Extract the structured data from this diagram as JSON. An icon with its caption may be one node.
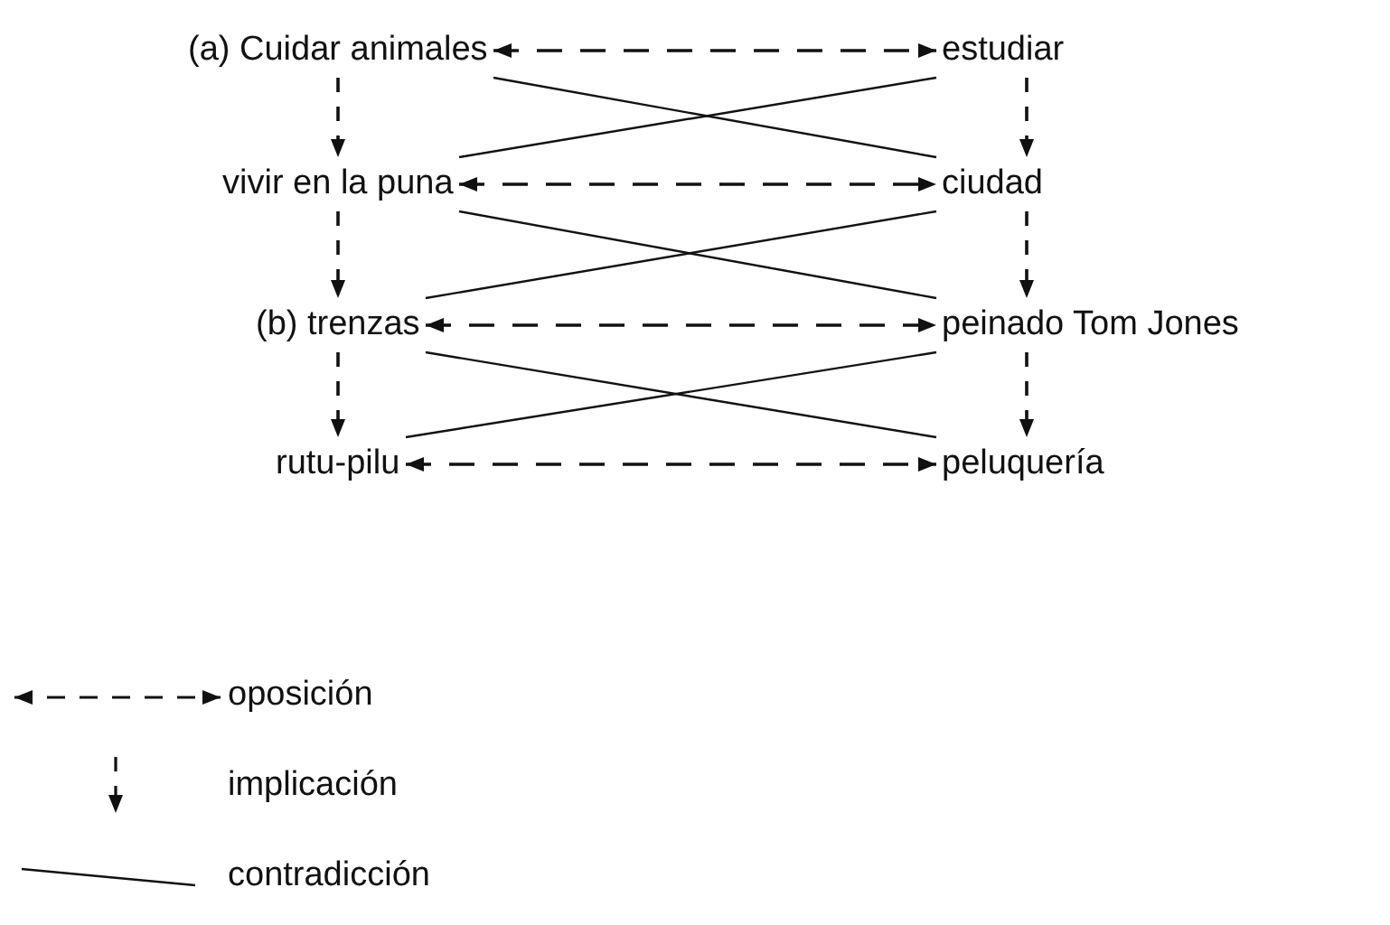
{
  "diagram": {
    "nodes": [
      {
        "text": [
          "(a) Cuidar animales"
        ]
      },
      {
        "text": [
          "vivir en la puna"
        ]
      },
      {
        "text": [
          "(b) trenzas"
        ]
      },
      {
        "text": [
          "rutu-pilu"
        ]
      },
      {
        "text": [
          "estudiar"
        ]
      },
      {
        "text": [
          "ciudad"
        ]
      },
      {
        "text": [
          "peinado Tom Jones"
        ]
      },
      {
        "text": [
          "peluquería"
        ]
      }
    ],
    "edges": [
      {
        "from": 0,
        "to": 4,
        "arrow": "both",
        "style": "dashed"
      },
      {
        "from": 1,
        "to": 5,
        "arrow": "both",
        "style": "dashed"
      },
      {
        "from": 2,
        "to": 6,
        "arrow": "both",
        "style": "dashed"
      },
      {
        "from": 3,
        "to": 7,
        "arrow": "both",
        "style": "dashed"
      },
      {
        "from": 0,
        "to": 1,
        "arrow": "to",
        "style": "dashed"
      },
      {
        "from": 1,
        "to": 2,
        "arrow": "to",
        "style": "dashed"
      },
      {
        "from": 2,
        "to": 3,
        "arrow": "to",
        "style": "dashed"
      },
      {
        "from": 4,
        "to": 5,
        "arrow": "to",
        "style": "dashed"
      },
      {
        "from": 5,
        "to": 6,
        "arrow": "to",
        "style": "dashed"
      },
      {
        "from": 6,
        "to": 7,
        "arrow": "to",
        "style": "dashed"
      },
      {
        "from": 0,
        "to": 5,
        "arrow": "none"
      },
      {
        "from": 4,
        "to": 1,
        "arrow": "none"
      },
      {
        "from": 1,
        "to": 6,
        "arrow": "none"
      },
      {
        "from": 5,
        "to": 2,
        "arrow": "none"
      },
      {
        "from": 2,
        "to": 7,
        "arrow": "none"
      },
      {
        "from": 6,
        "to": 3,
        "arrow": "none"
      }
    ],
    "legend": [
      {
        "text": "oposición"
      },
      {
        "text": "implicación"
      },
      {
        "text": "contradicción"
      }
    ]
  }
}
